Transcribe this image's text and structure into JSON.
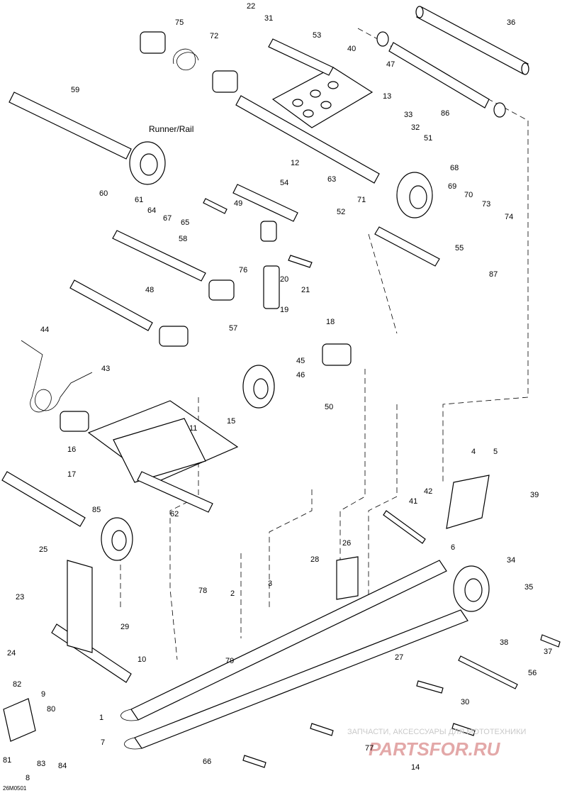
{
  "diagram": {
    "section_title": "Runner/Rail",
    "drawing_code": "26M0501",
    "watermark_text": "ЗАПЧАСТИ, АКСЕССУАРЫ ДЛЯ МОТОТЕХНИКИ",
    "watermark_logo": "PARTSFOR.RU",
    "callouts": [
      "1",
      "2",
      "3",
      "4",
      "5",
      "6",
      "7",
      "8",
      "9",
      "10",
      "11",
      "12",
      "13",
      "14",
      "15",
      "16",
      "17",
      "18",
      "19",
      "20",
      "21",
      "22",
      "23",
      "24",
      "25",
      "26",
      "27",
      "28",
      "29",
      "30",
      "31",
      "32",
      "33",
      "34",
      "35",
      "36",
      "37",
      "38",
      "39",
      "40",
      "41",
      "42",
      "43",
      "44",
      "45",
      "46",
      "47",
      "48",
      "49",
      "50",
      "51",
      "52",
      "53",
      "54",
      "55",
      "56",
      "57",
      "58",
      "59",
      "60",
      "61",
      "62",
      "63",
      "64",
      "65",
      "66",
      "67",
      "68",
      "69",
      "70",
      "71",
      "72",
      "73",
      "74",
      "75",
      "76",
      "77",
      "78",
      "79",
      "80",
      "81",
      "82",
      "83",
      "84",
      "85",
      "86",
      "87"
    ]
  }
}
